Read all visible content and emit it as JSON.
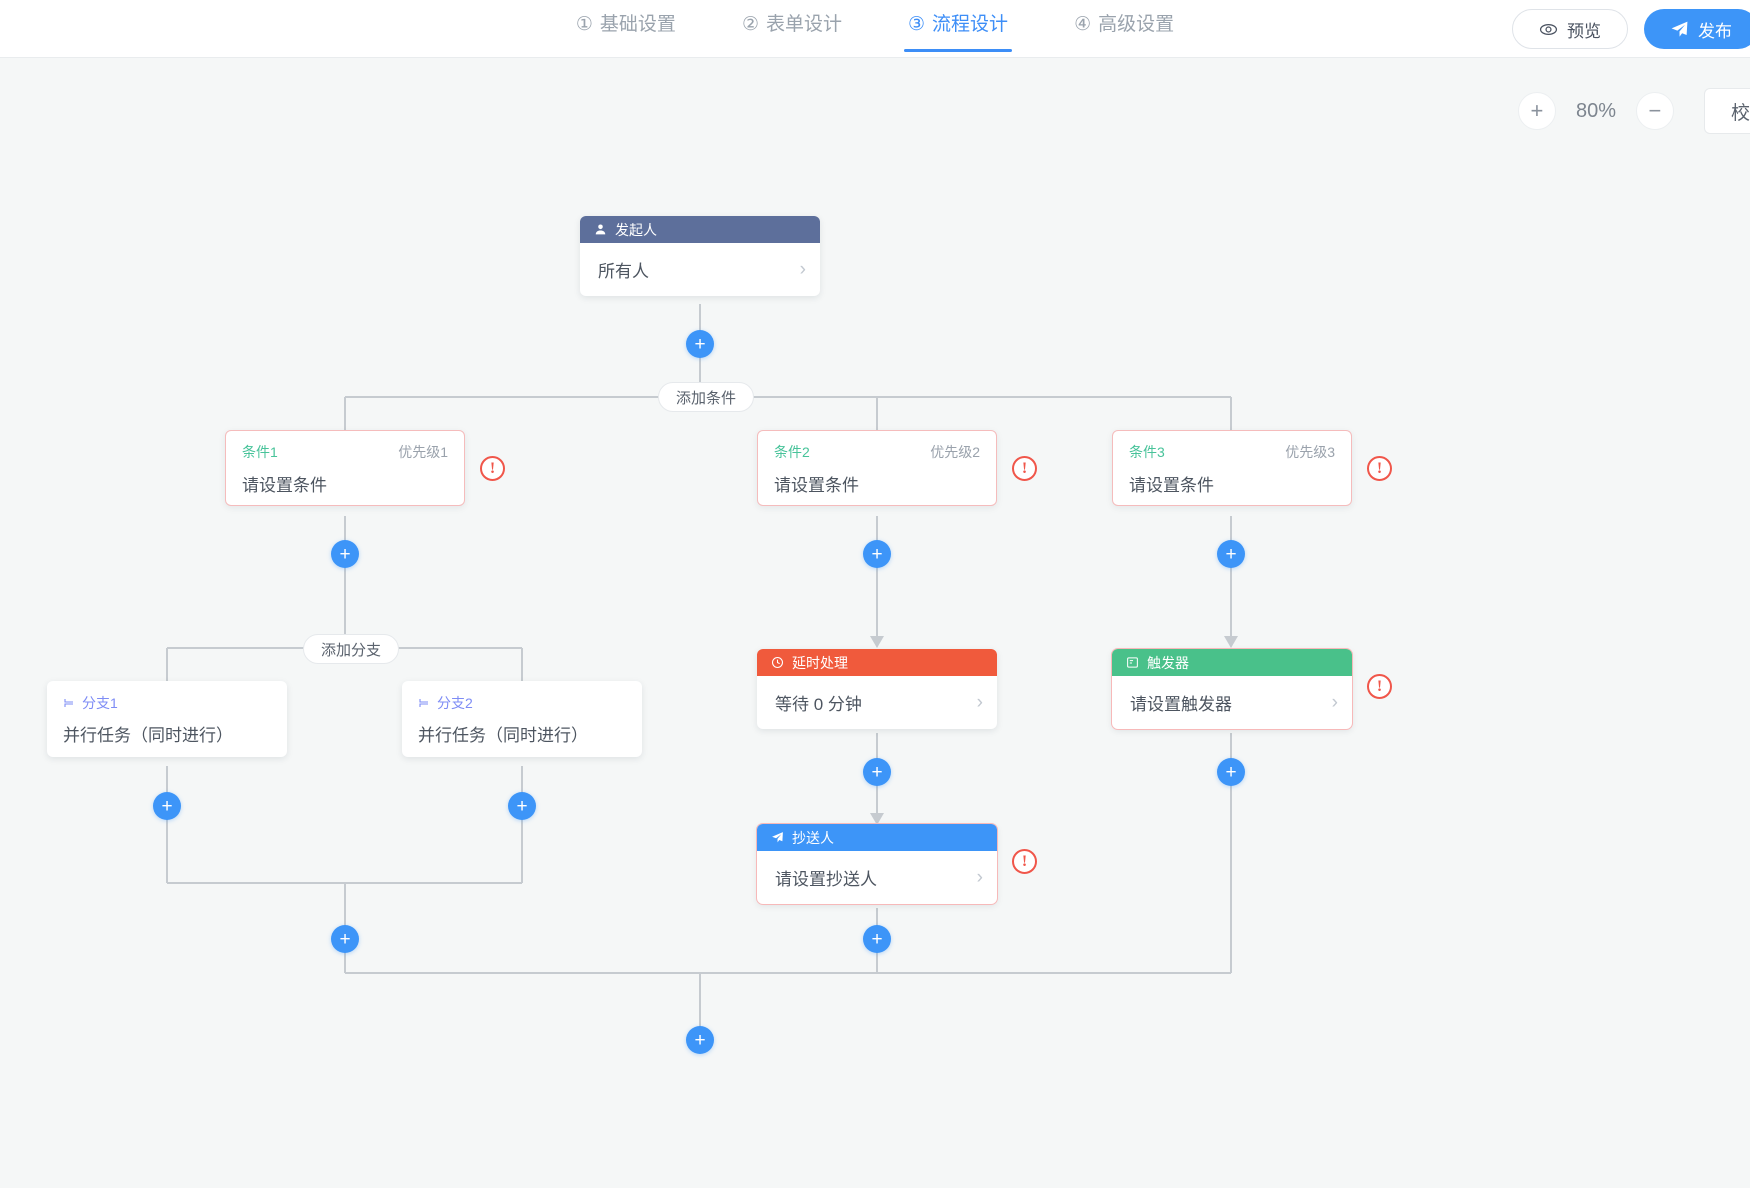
{
  "header": {
    "steps": [
      {
        "num": "①",
        "label": "基础设置",
        "active": false
      },
      {
        "num": "②",
        "label": "表单设计",
        "active": false
      },
      {
        "num": "③",
        "label": "流程设计",
        "active": true
      },
      {
        "num": "④",
        "label": "高级设置",
        "active": false
      }
    ],
    "preview_label": "预览",
    "publish_label": "发布",
    "preview_icon": "eye-icon",
    "publish_icon": "send-icon"
  },
  "zoom": {
    "in_label": "+",
    "out_label": "−",
    "percent": "80%",
    "validate_label": "校验流程"
  },
  "colors": {
    "accent": "#3d95f8",
    "initiator": "#5d6f9b",
    "delay": "#f05a3c",
    "trigger": "#49c18a",
    "cc": "#3d95f8",
    "error": "#f0564a",
    "condition_name": "#48c39a",
    "branch_label": "#7e8cf5"
  },
  "flow": {
    "add_condition_label": "添加条件",
    "add_branch_label": "添加分支",
    "warning_glyph": "!",
    "chevron_glyph": "›",
    "plus_glyph": "+",
    "initiator": {
      "title": "发起人",
      "icon": "user-icon",
      "value": "所有人"
    },
    "conditions": [
      {
        "name": "条件1",
        "priority": "优先级1",
        "value": "请设置条件",
        "error": true
      },
      {
        "name": "条件2",
        "priority": "优先级2",
        "value": "请设置条件",
        "error": true
      },
      {
        "name": "条件3",
        "priority": "优先级3",
        "value": "请设置条件",
        "error": true
      }
    ],
    "branches": [
      {
        "name": "分支1",
        "icon": "branch-icon",
        "value": "并行任务（同时进行）"
      },
      {
        "name": "分支2",
        "icon": "branch-icon",
        "value": "并行任务（同时进行）"
      }
    ],
    "delay": {
      "title": "延时处理",
      "icon": "clock-icon",
      "value": "等待 0 分钟"
    },
    "trigger": {
      "title": "触发器",
      "icon": "trigger-icon",
      "value": "请设置触发器",
      "error": true
    },
    "cc": {
      "title": "抄送人",
      "icon": "send-icon",
      "value": "请设置抄送人",
      "error": true
    }
  }
}
